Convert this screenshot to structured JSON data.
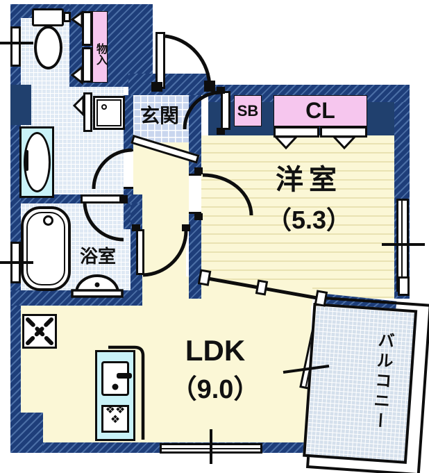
{
  "rooms": {
    "genkan": {
      "label": "玄関"
    },
    "western_room": {
      "label": "洋室",
      "size": "（5.3）"
    },
    "bathroom": {
      "label": "浴室"
    },
    "ldk": {
      "label": "LDK",
      "size": "（9.0）"
    },
    "balcony": {
      "label": "バルコニー"
    }
  },
  "storage": {
    "monoire": {
      "label": "物入"
    },
    "shoe_box": {
      "label": "SB"
    },
    "closet": {
      "label": "CL"
    }
  },
  "icons": {
    "stove_burners": "❖❖\n❖"
  },
  "colors": {
    "wall_navy": "#1e3e7a",
    "floor_cream": "#fbf7d6",
    "tile_blue": "#dfe9f4",
    "genkan_tile": "#c9d6ee",
    "balcony_tile": "#d5e0ec",
    "storage_pink": "#f6c6ee",
    "fixture_cyan": "#c9f2f8",
    "line_black": "#0d0d0d"
  }
}
